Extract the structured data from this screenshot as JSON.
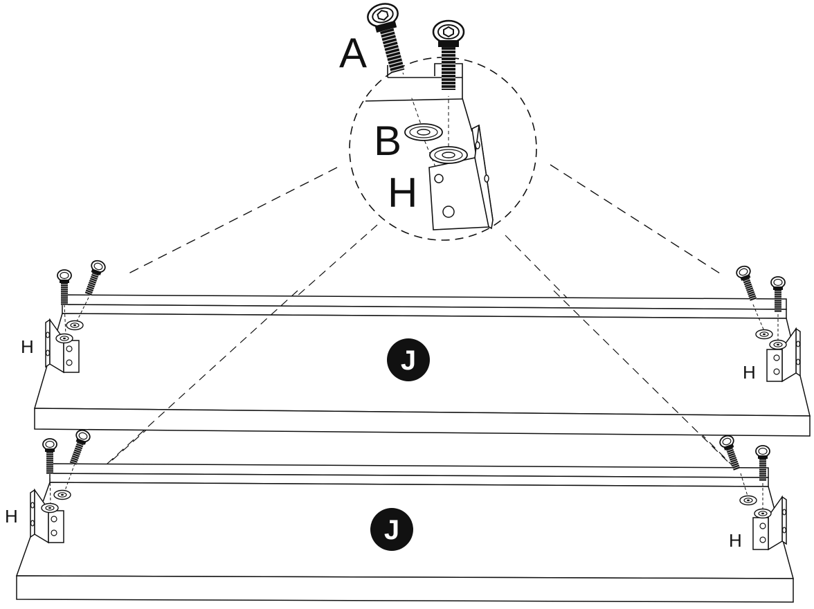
{
  "labels": {
    "screw": "A",
    "washer": "B",
    "bracket": "H",
    "panel": "J"
  },
  "colors": {
    "ink": "#111111",
    "paper": "#ffffff",
    "badge": "#111111"
  },
  "icons": [
    "socket-head-screw-icon",
    "flat-washer-icon",
    "l-bracket-icon"
  ]
}
